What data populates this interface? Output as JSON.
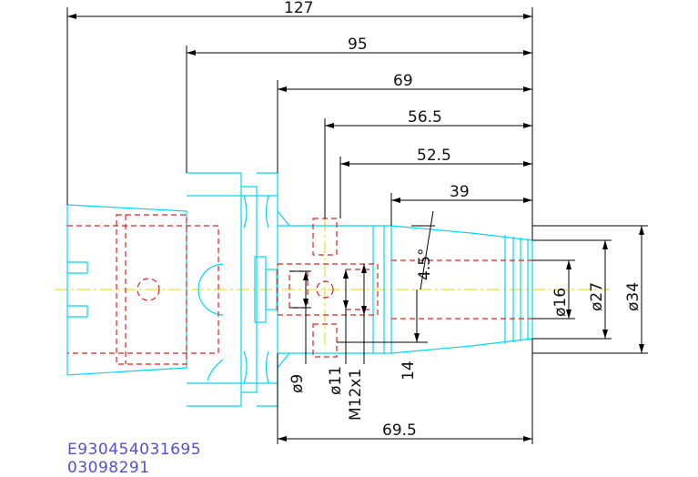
{
  "dimensions": {
    "horizontal": [
      "127",
      "95",
      "69",
      "56.5",
      "52.5",
      "39",
      "69.5"
    ],
    "diameters_right": [
      "ø16",
      "ø27",
      "ø34"
    ],
    "lower_labels": [
      "ø9",
      "ø11",
      "M12x1",
      "14"
    ],
    "angle": "4.5°"
  },
  "part_codes": [
    "E930454031695",
    "03098291"
  ],
  "colors": {
    "body": "#00d8ee",
    "hidden": "#e02020",
    "centerline": "#e6d800",
    "dimension": "#000000",
    "code_text": "#5050dc"
  }
}
